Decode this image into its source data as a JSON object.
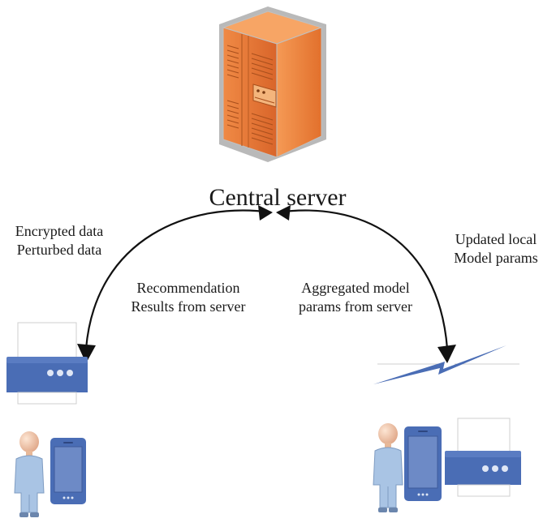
{
  "server": {
    "label": "Central server",
    "icon": "server-tower-icon",
    "colors": {
      "front": "#f08a45",
      "side": "#e4712d",
      "top": "#f7a565",
      "outline": "#9a9a9a"
    }
  },
  "left_flow": {
    "outer": [
      "Encrypted data",
      "Perturbed data"
    ],
    "inner": [
      "Recommendation",
      "Results from server"
    ]
  },
  "right_flow": {
    "outer": [
      "Updated local",
      "Model params"
    ],
    "inner": [
      "Aggregated model",
      "params from server"
    ]
  },
  "left_devices": {
    "icons": [
      "printer-icon",
      "person-icon",
      "smartphone-icon"
    ]
  },
  "right_devices": {
    "icons": [
      "wireless-signal-icon",
      "person-icon",
      "smartphone-icon",
      "printer-icon"
    ]
  },
  "colors": {
    "device_blue": "#4a6db5",
    "person": "#a9c4e4",
    "arrow": "#111111"
  }
}
